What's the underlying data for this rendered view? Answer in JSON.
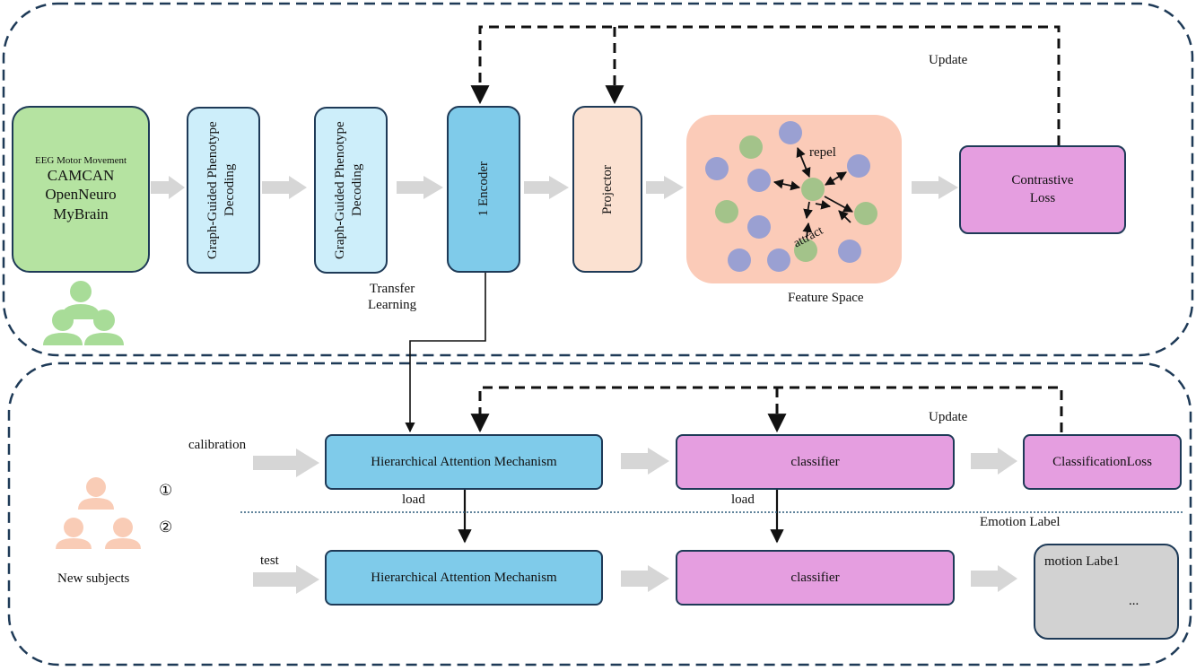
{
  "pretrain": {
    "datasets": {
      "line1": "EEG Motor Movement",
      "line2": "CAMCAN",
      "line3": "OpenNeuro",
      "line4": "MyBrain"
    },
    "graph_block_1": "Graph-Guided Phenotype Decoding",
    "graph_block_2": "Graph-Guided Phenotype Decoding",
    "transfer_label": "Transfer\nLearning",
    "encoder": "1 Encoder",
    "projector": "Projector",
    "feature_space_label": "Feature Space",
    "repel_label": "repel",
    "attract_label": "attract",
    "loss": "Contrastive Loss",
    "update_label": "Update"
  },
  "finetune": {
    "new_subjects_label": "New subjects",
    "marker_1": "①",
    "marker_2": "②",
    "calibration_label": "calibration",
    "test_label": "test",
    "attention_calibration": "Hierarchical Attention Mechanism",
    "attention_test": "Hierarchical Attention Mechanism",
    "classifier_calibration": "classifier",
    "classifier_test": "classifier",
    "load_label_1": "load",
    "load_label_2": "load",
    "classification_loss": "ClassificationLoss",
    "update_label": "Update",
    "emotion_label_title": "Emotion Label",
    "output_line1": "motion Labe1",
    "output_line2": "..."
  },
  "colors": {
    "frame": "#1e3a57",
    "dataset_fill": "#b5e3a1",
    "graph_fill": "#cdeefa",
    "encoder_fill": "#7fcbea",
    "projector_fill": "#fbe1d1",
    "feature_fill": "#fbcbb8",
    "loss_fill": "#e59ee0",
    "output_fill": "#d2d2d2",
    "person_green": "#a8dc98",
    "person_orange": "#f9ccb6",
    "arrow_gray": "#d6d6d6"
  }
}
